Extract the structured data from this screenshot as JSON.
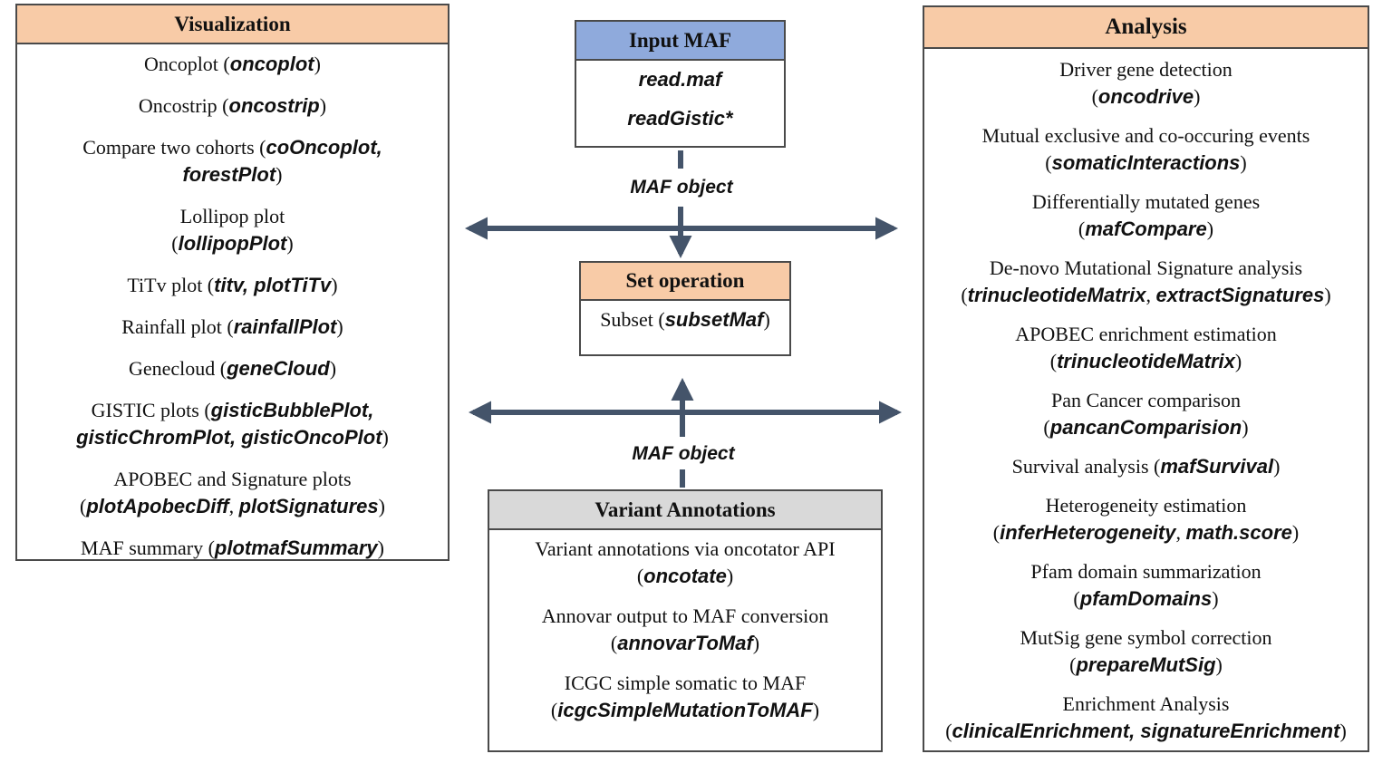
{
  "visualization": {
    "title": "Visualization",
    "items": [
      {
        "lines": [
          {
            "pre": "Oncoplot (",
            "fn": "oncoplot",
            "post": ")"
          }
        ]
      },
      {
        "lines": [
          {
            "pre": "Oncostrip (",
            "fn": "oncostrip",
            "post": ")"
          }
        ]
      },
      {
        "lines": [
          {
            "pre": "Compare two cohorts (",
            "fn": "coOncoplot,",
            "post": ""
          },
          {
            "pre": "",
            "fn": "forestPlot",
            "post": ")"
          }
        ]
      },
      {
        "lines": [
          {
            "pre": "Lollipop plot",
            "fn": "",
            "post": ""
          },
          {
            "pre": "(",
            "fn": "lollipopPlot",
            "post": ")"
          }
        ]
      },
      {
        "lines": [
          {
            "pre": "TiTv plot (",
            "fn": "titv, plotTiTv",
            "post": ")"
          }
        ]
      },
      {
        "lines": [
          {
            "pre": "Rainfall plot (",
            "fn": "rainfallPlot",
            "post": ")"
          }
        ]
      },
      {
        "lines": [
          {
            "pre": "Genecloud (",
            "fn": "geneCloud",
            "post": ")"
          }
        ]
      },
      {
        "lines": [
          {
            "pre": "GISTIC plots (",
            "fn": "gisticBubblePlot,",
            "post": ""
          },
          {
            "pre": "",
            "fn": "gisticChromPlot, gisticOncoPlot",
            "post": ")"
          }
        ]
      },
      {
        "lines": [
          {
            "pre": "APOBEC and Signature plots",
            "fn": "",
            "post": ""
          },
          {
            "pre": "(",
            "fn": "plotApobecDiff",
            "mid": ", ",
            "fn2": "plotSignatures",
            "post": ")"
          }
        ]
      },
      {
        "lines": [
          {
            "pre": "MAF summary (",
            "fn": "plotmafSummary",
            "post": ")"
          }
        ]
      }
    ]
  },
  "input": {
    "title": "Input MAF",
    "items": [
      {
        "lines": [
          {
            "pre": "",
            "fn": "read.maf",
            "post": ""
          }
        ]
      },
      {
        "lines": [
          {
            "pre": "",
            "fn": "readGistic*",
            "post": ""
          }
        ]
      }
    ]
  },
  "labels": {
    "maf_top": "MAF object",
    "maf_bottom": "MAF object"
  },
  "set_operation": {
    "title": "Set operation",
    "items": [
      {
        "lines": [
          {
            "pre": "Subset (",
            "fn": "subsetMaf",
            "post": ")"
          }
        ]
      }
    ]
  },
  "variant_annotations": {
    "title": "Variant Annotations",
    "items": [
      {
        "lines": [
          {
            "pre": "Variant annotations via oncotator API",
            "fn": "",
            "post": ""
          },
          {
            "pre": "(",
            "fn": "oncotate",
            "post": ")"
          }
        ]
      },
      {
        "lines": [
          {
            "pre": "Annovar output to MAF conversion",
            "fn": "",
            "post": ""
          },
          {
            "pre": "(",
            "fn": "annovarToMaf",
            "post": ")"
          }
        ]
      },
      {
        "lines": [
          {
            "pre": "ICGC simple somatic to MAF",
            "fn": "",
            "post": ""
          },
          {
            "pre": "(",
            "fn": "icgcSimpleMutationToMAF",
            "post": ")"
          }
        ]
      }
    ]
  },
  "analysis": {
    "title": "Analysis",
    "items": [
      {
        "lines": [
          {
            "pre": "Driver gene detection",
            "fn": "",
            "post": ""
          },
          {
            "pre": "(",
            "fn": "oncodrive",
            "post": ")"
          }
        ]
      },
      {
        "lines": [
          {
            "pre": "Mutual exclusive and co-occuring events",
            "fn": "",
            "post": ""
          },
          {
            "pre": "(",
            "fn": "somaticInteractions",
            "post": ")"
          }
        ]
      },
      {
        "lines": [
          {
            "pre": "Differentially mutated genes",
            "fn": "",
            "post": ""
          },
          {
            "pre": "(",
            "fn": "mafCompare",
            "post": ")"
          }
        ]
      },
      {
        "lines": [
          {
            "pre": "De-novo Mutational Signature analysis",
            "fn": "",
            "post": ""
          },
          {
            "pre": "(",
            "fn": "trinucleotideMatrix",
            "mid": ", ",
            "fn2": "extractSignatures",
            "post": ")"
          }
        ]
      },
      {
        "lines": [
          {
            "pre": "APOBEC enrichment estimation",
            "fn": "",
            "post": ""
          },
          {
            "pre": "(",
            "fn": "trinucleotideMatrix",
            "post": ")"
          }
        ]
      },
      {
        "lines": [
          {
            "pre": "Pan Cancer comparison",
            "fn": "",
            "post": ""
          },
          {
            "pre": "(",
            "fn": "pancanComparision",
            "post": ")"
          }
        ]
      },
      {
        "lines": [
          {
            "pre": "Survival analysis (",
            "fn": "mafSurvival",
            "post": ")"
          }
        ]
      },
      {
        "lines": [
          {
            "pre": "Heterogeneity estimation",
            "fn": "",
            "post": ""
          },
          {
            "pre": "(",
            "fn": "inferHeterogeneity",
            "mid": ", ",
            "fn2": "math.score",
            "post": ")"
          }
        ]
      },
      {
        "lines": [
          {
            "pre": "Pfam domain summarization",
            "fn": "",
            "post": ""
          },
          {
            "pre": "(",
            "fn": "pfamDomains",
            "post": ")"
          }
        ]
      },
      {
        "lines": [
          {
            "pre": "MutSig gene symbol correction",
            "fn": "",
            "post": ""
          },
          {
            "pre": "(",
            "fn": "prepareMutSig",
            "post": ")"
          }
        ]
      },
      {
        "lines": [
          {
            "pre": "Enrichment Analysis",
            "fn": "",
            "post": ""
          },
          {
            "pre": "(",
            "fn": "clinicalEnrichment, signatureEnrichment",
            "post": ")"
          }
        ]
      }
    ]
  },
  "colors": {
    "header_orange": "#f8cba7",
    "header_blue": "#8faadc",
    "header_grey": "#d9d9d9",
    "arrow": "#44546a",
    "border": "#4a4a4a"
  }
}
